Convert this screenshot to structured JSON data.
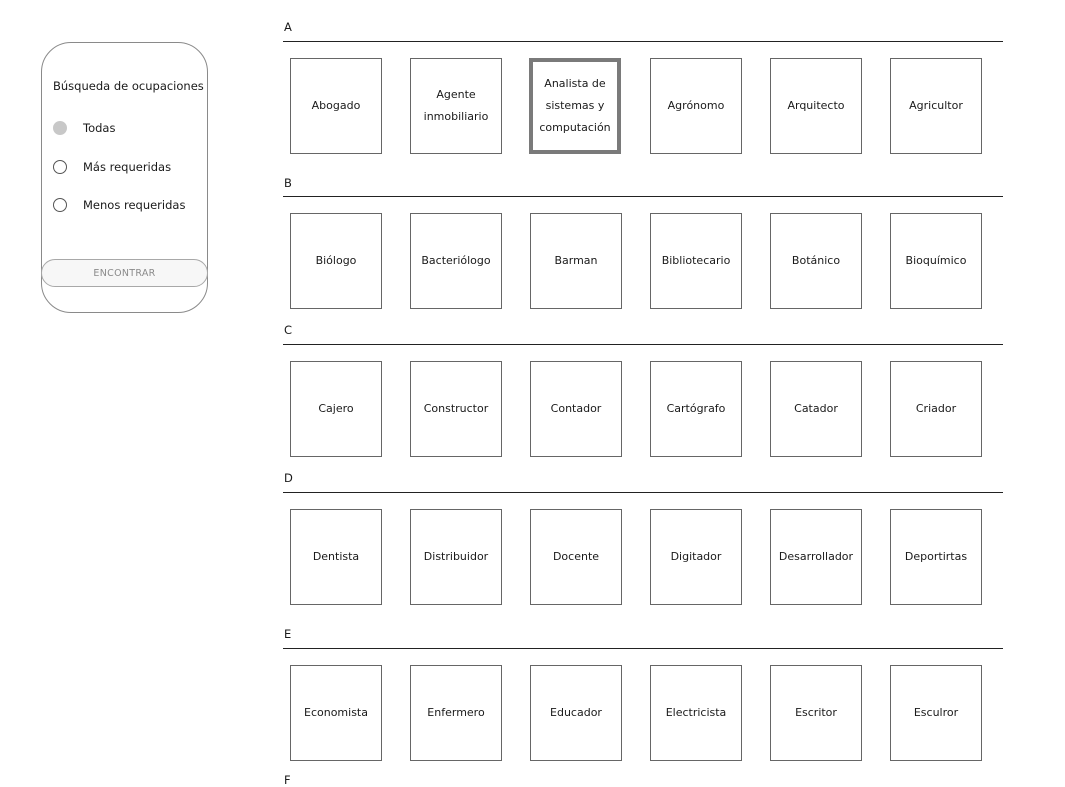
{
  "filter": {
    "title": "Búsqueda de ocupaciones",
    "options": [
      {
        "label": "Todas",
        "selected": true
      },
      {
        "label": "Más requeridas",
        "selected": false
      },
      {
        "label": "Menos requeridas",
        "selected": false
      }
    ],
    "button_label": "ENCONTRAR"
  },
  "sections": [
    {
      "letter": "A",
      "items": [
        "Abogado",
        "Agente inmobiliario",
        "Analista de sistemas y computación",
        "Agrónomo",
        "Arquitecto",
        "Agricultor"
      ]
    },
    {
      "letter": "B",
      "items": [
        "Biólogo",
        "Bacteriólogo",
        "Barman",
        "Bibliotecario",
        "Botánico",
        "Bioquímico"
      ]
    },
    {
      "letter": "C",
      "items": [
        "Cajero",
        "Constructor",
        "Contador",
        "Cartógrafo",
        "Catador",
        "Criador"
      ]
    },
    {
      "letter": "D",
      "items": [
        "Dentista",
        "Distribuidor",
        "Docente",
        "Digitador",
        "Desarrollador",
        "Deportirtas"
      ]
    },
    {
      "letter": "E",
      "items": [
        "Economista",
        "Enfermero",
        "Educador",
        "Electricista",
        "Escritor",
        "Esculror"
      ]
    },
    {
      "letter": "F",
      "items": []
    }
  ],
  "highlighted_item": "Analista de sistemas y computación"
}
